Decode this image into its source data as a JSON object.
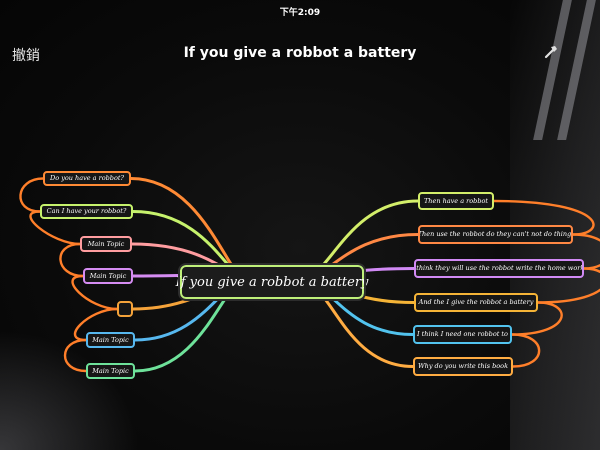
{
  "status_bar": {
    "time": "下午2:09"
  },
  "nav": {
    "back_label": "撤銷",
    "title": "If you give a robbot a battery",
    "tool_icon": "hammer-icon"
  },
  "mind_map": {
    "central_topic": "If you give a robbot a battery",
    "left_topics": [
      {
        "label": "Do you have a robbot?",
        "color": "#ff8a35"
      },
      {
        "label": "Can I have your robbot?",
        "color": "#c6f26c"
      },
      {
        "label": "Main Topic",
        "color": "#ff9da0"
      },
      {
        "label": "Main Topic",
        "color": "#d58cf2"
      },
      {
        "label": "",
        "color": "#f5a33a"
      },
      {
        "label": "Main Topic",
        "color": "#57b8ef"
      },
      {
        "label": "Main Topic",
        "color": "#6ee29a"
      }
    ],
    "right_topics": [
      {
        "label": "Then have a robbot",
        "color": "#d3ee6a"
      },
      {
        "label": "Then use the robbot do they can't not do thing.",
        "color": "#ff8844"
      },
      {
        "label": "I think they will use the robbot write the home work.",
        "color": "#d18af5"
      },
      {
        "label": "And the I give the robbot a battery",
        "color": "#f5b437"
      },
      {
        "label": "I think I need one robbot to",
        "color": "#52c3ee"
      },
      {
        "label": "Why do you write this book",
        "color": "#ffac42"
      }
    ]
  }
}
